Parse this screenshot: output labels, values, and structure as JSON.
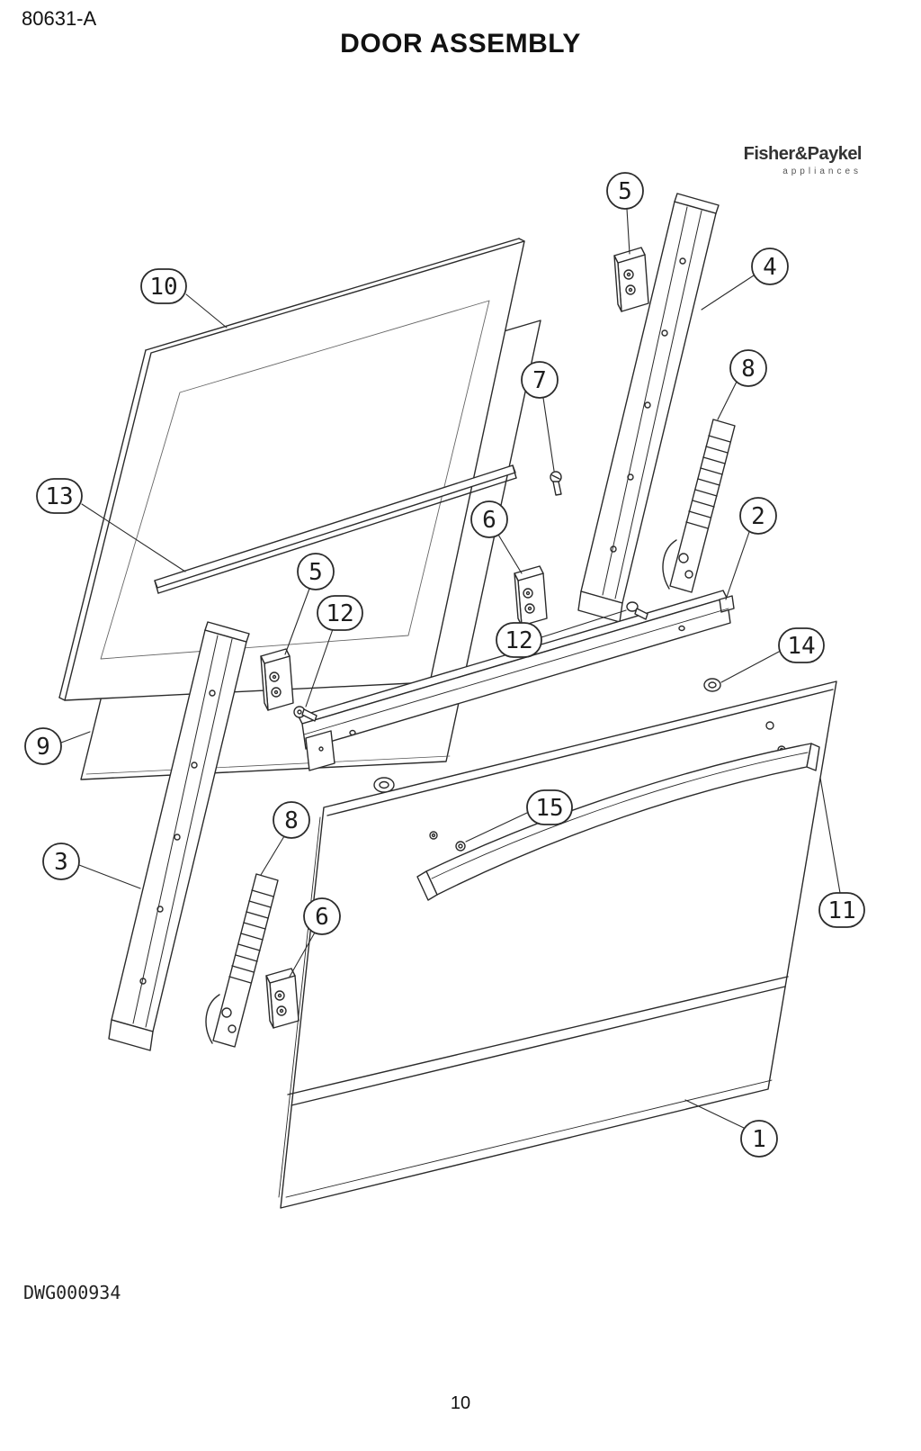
{
  "page": {
    "doc_number": "80631-A",
    "title": "DOOR ASSEMBLY",
    "drawing_number": "DWG000934",
    "page_number": "10"
  },
  "brand": {
    "name": "Fisher&Paykel",
    "tagline": "appliances"
  },
  "callouts": [
    "5",
    "4",
    "10",
    "7",
    "8",
    "13",
    "6",
    "2",
    "5",
    "12",
    "12",
    "14",
    "9",
    "8",
    "3",
    "15",
    "6",
    "11",
    "1"
  ]
}
